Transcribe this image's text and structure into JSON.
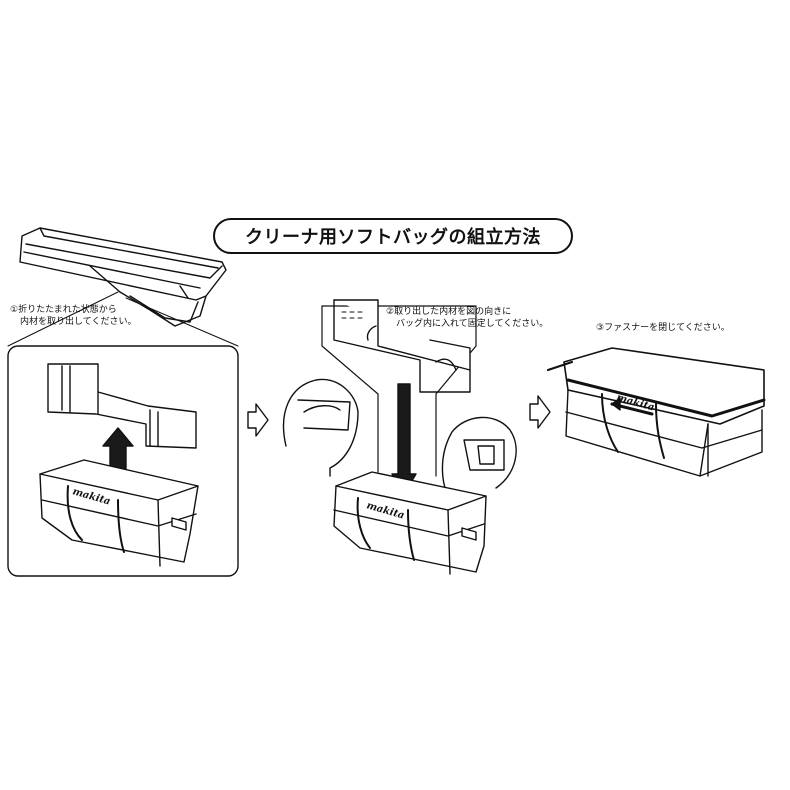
{
  "title": "クリーナ用ソフトバッグの組立方法",
  "steps": [
    {
      "line1": "①折りたたまれた状態から",
      "line2": "内材を取り出してください。"
    },
    {
      "line1": "②取り出した内材を図の向きに",
      "line2": "バッグ内に入れて固定してください。"
    },
    {
      "line1": "③ファスナーを閉じてください。",
      "line2": ""
    }
  ],
  "brand_logo": "makita",
  "icons": [
    "arrow-up-icon",
    "arrow-down-icon",
    "arrow-right-icon",
    "curved-arrow-icon"
  ],
  "colors": {
    "ink": "#111111",
    "background": "#ffffff",
    "arrow_fill": "#1a1a1a"
  }
}
